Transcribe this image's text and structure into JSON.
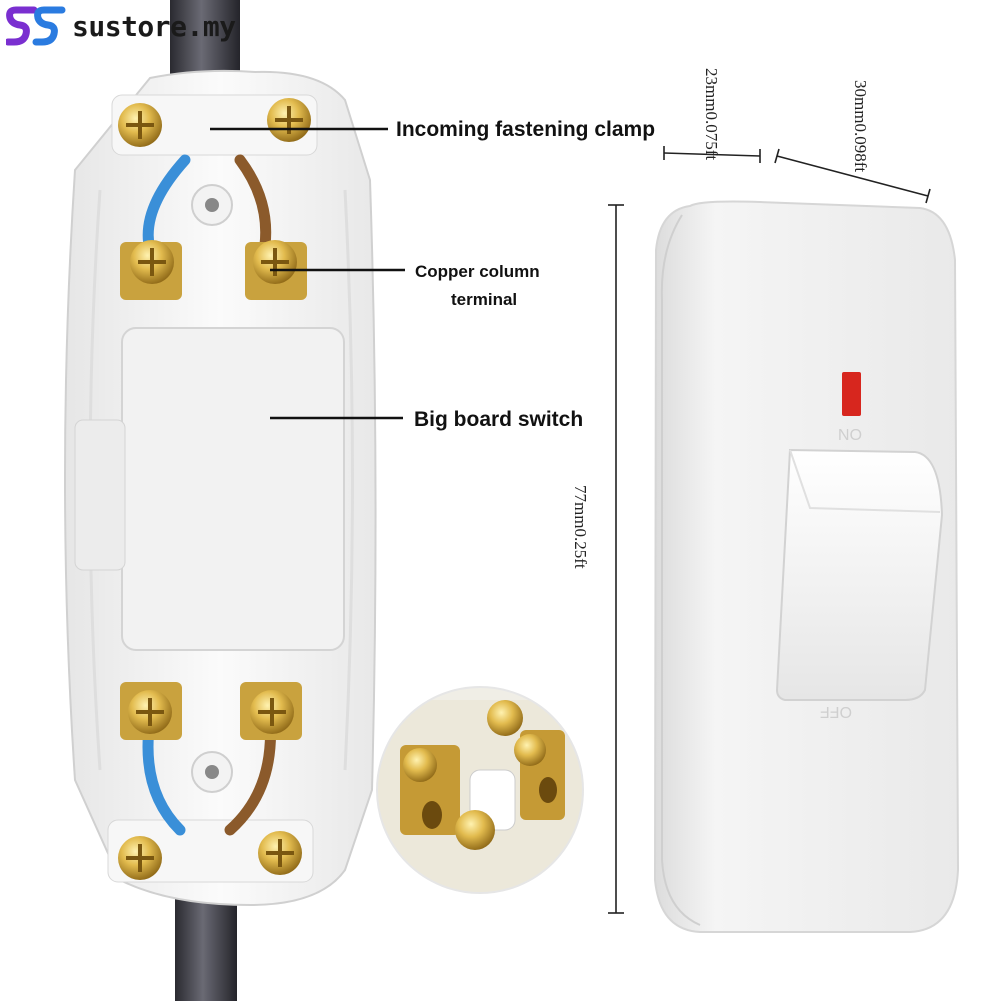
{
  "brand": {
    "name": "sustore.my",
    "logo_icon": "ss-logo-icon",
    "logo_colors": [
      "#7a2fd0",
      "#2a7be0"
    ]
  },
  "callouts": {
    "clamp": "Incoming fastening clamp",
    "copper_line1": "Copper column",
    "copper_line2": "terminal",
    "switch": "Big board switch"
  },
  "dimensions": {
    "length": "77mm0.25ft",
    "height": "23mm0.075ft",
    "width": "30mm0.098ft"
  },
  "switch_face": {
    "on": "ON",
    "off": "OFF"
  },
  "colors": {
    "body": "#f1f1f1",
    "brass": "#d8b24a",
    "cable": "#4a4a52",
    "wire_blue": "#3a8fd8",
    "wire_brown": "#8b5a2b",
    "indicator": "#d7261e"
  }
}
